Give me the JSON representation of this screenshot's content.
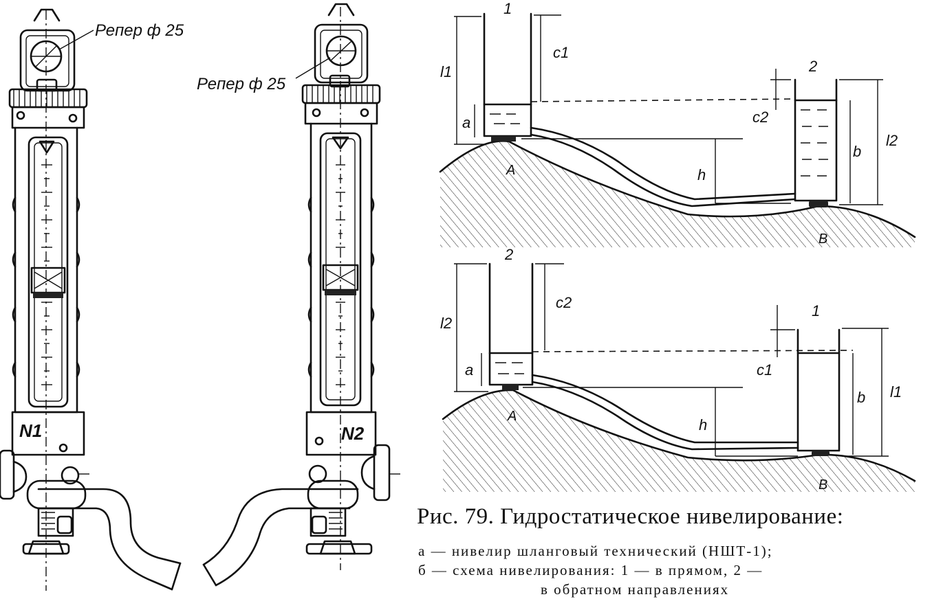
{
  "caption": {
    "title": "Рис. 79. Гидростатическое нивелирование:",
    "line_a": "а — нивелир шланговый технический (НШТ-1);",
    "line_b": "б — схема нивелирования: 1 — в прямом, 2 —",
    "line_c": "в обратном направлениях"
  },
  "device_labels": {
    "reper_1": "Репер ф 25",
    "reper_2": "Репер ф 25",
    "number_1": "N1",
    "number_2": "N2"
  },
  "scheme_top": {
    "vessel_left": "1",
    "vessel_right": "2",
    "dim_left_height": "l1",
    "dim_left_gap": "c1",
    "dim_a": "a",
    "dim_h": "h",
    "dim_right_gap": "c2",
    "dim_b": "b",
    "dim_right_height": "l2",
    "point_a": "A",
    "point_b": "B"
  },
  "scheme_bottom": {
    "vessel_left": "2",
    "vessel_right": "1",
    "dim_left_height": "l2",
    "dim_left_gap": "c2",
    "dim_a": "a",
    "dim_h": "h",
    "dim_right_gap": "c1",
    "dim_b": "b",
    "dim_right_height": "l1",
    "point_a": "A",
    "point_b": "B"
  }
}
